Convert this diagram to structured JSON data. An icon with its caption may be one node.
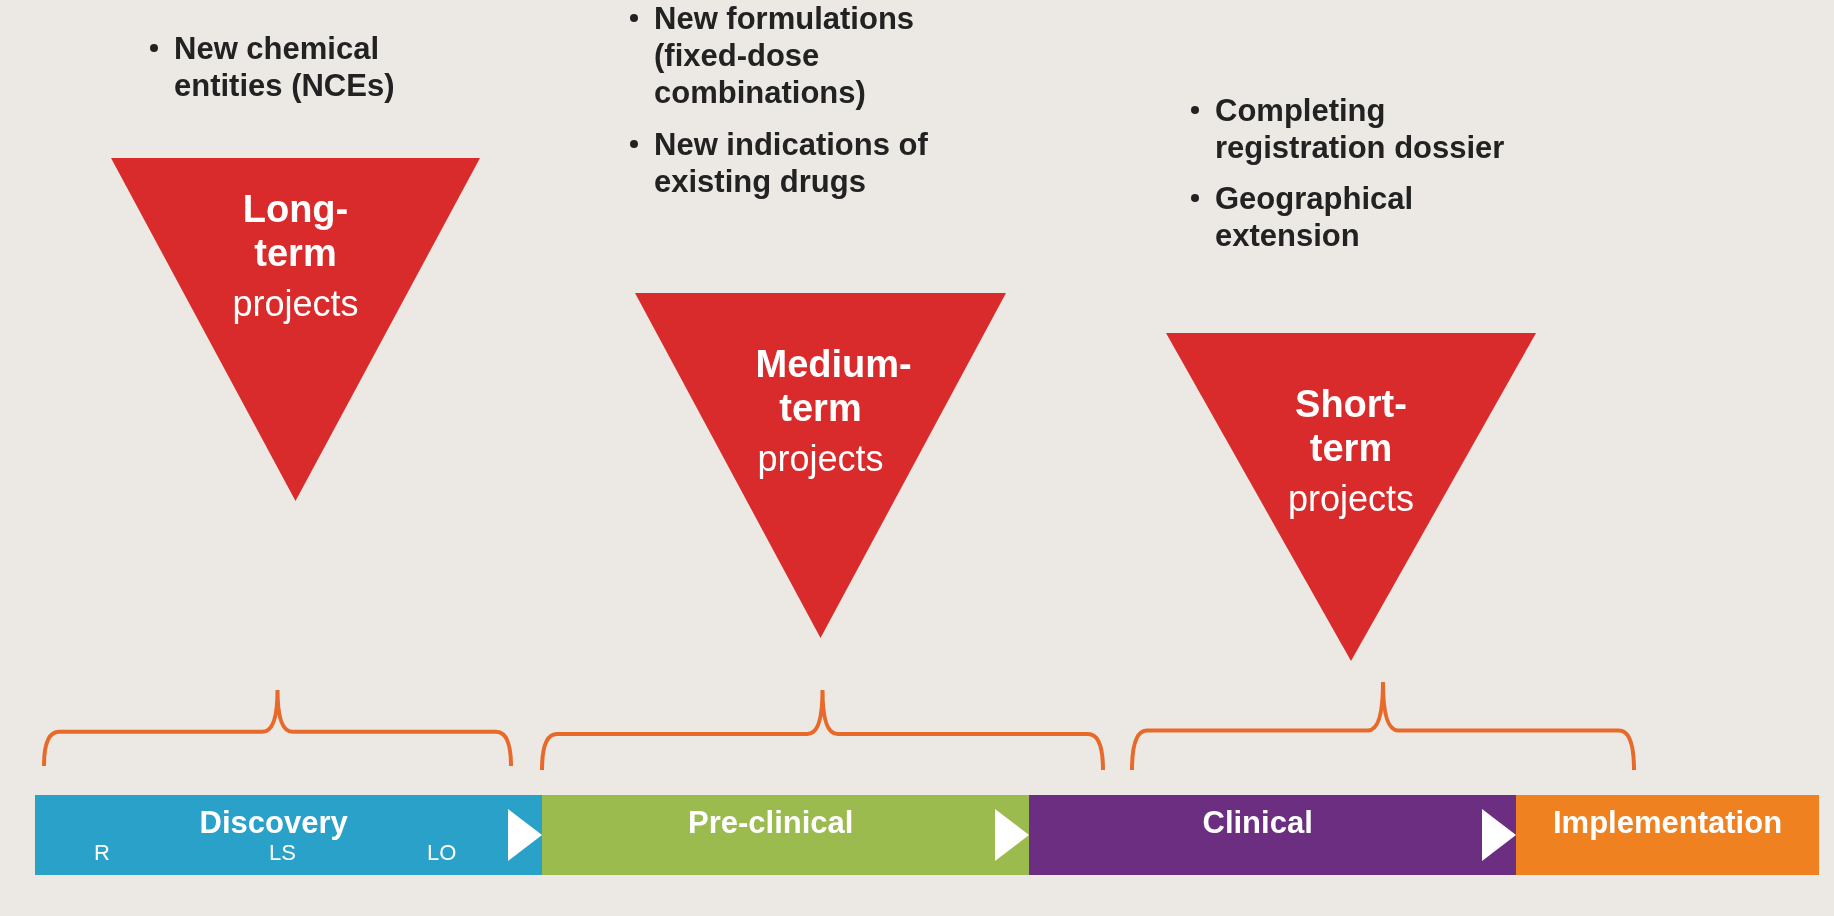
{
  "diagram": {
    "nodes": [
      {
        "text": [
          "Long-term",
          "projects"
        ],
        "beside": [
          "New chemical entities (NCEs)"
        ]
      },
      {
        "text": [
          "Medium-term",
          "projects"
        ],
        "beside": [
          "New formulations (fixed-dose combinations)",
          "New indications of existing drugs"
        ]
      },
      {
        "text": [
          "Short-term",
          "projects"
        ],
        "beside": [
          "Completing registration dossier",
          "Geographical extension"
        ]
      },
      {
        "text": [
          "Discovery",
          "R",
          "LS",
          "LO"
        ]
      },
      {
        "text": [
          "Pre-clinical"
        ]
      },
      {
        "text": [
          "Clinical"
        ]
      },
      {
        "text": [
          "Implementation"
        ]
      }
    ],
    "edges": [
      {
        "from": 3,
        "to": 4,
        "arrow": "to",
        "color": "#ffffff"
      },
      {
        "from": 4,
        "to": 5,
        "arrow": "to",
        "color": "#ffffff"
      },
      {
        "from": 5,
        "to": 6,
        "arrow": "to",
        "color": "#ffffff"
      }
    ]
  }
}
